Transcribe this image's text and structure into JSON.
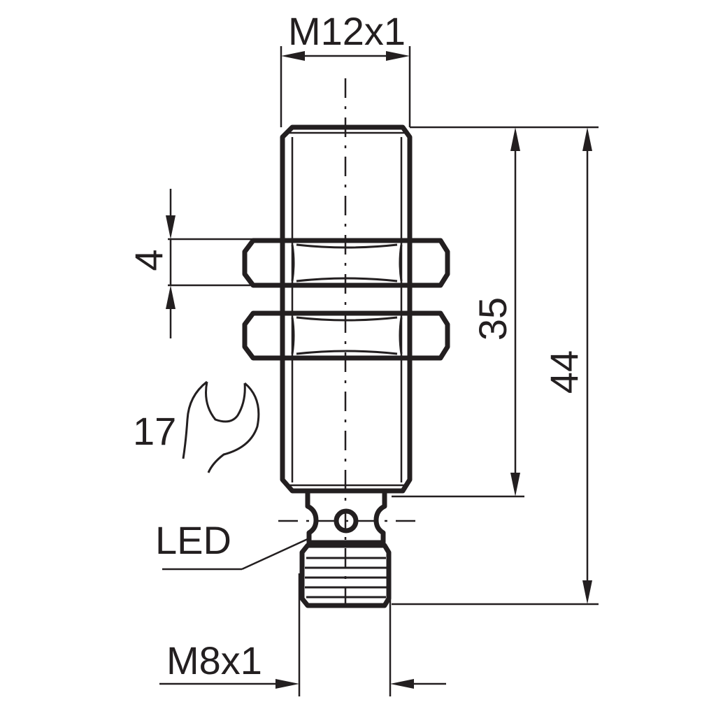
{
  "diagram": {
    "labels": {
      "thread_main": "M12x1",
      "nut_thickness": "4",
      "body_length": "35",
      "overall_length": "44",
      "wrench_size": "17",
      "led": "LED",
      "connector_thread": "M8x1"
    },
    "colors": {
      "line": "#231f20",
      "background": "#ffffff"
    },
    "icons": [
      "wrench-icon"
    ]
  }
}
